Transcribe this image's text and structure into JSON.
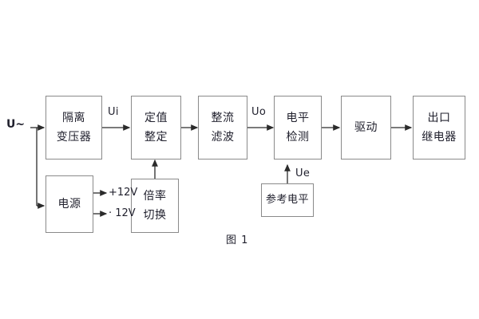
{
  "figure": {
    "caption": "图 1",
    "input_label": "U~"
  },
  "blocks": {
    "isolation_transformer": {
      "line1": "隔离",
      "line2": "变压器"
    },
    "setting_adjust": {
      "line1": "定值",
      "line2": "整定"
    },
    "rectify_filter": {
      "line1": "整流",
      "line2": "滤波"
    },
    "level_detect": {
      "line1": "电平",
      "line2": "检测"
    },
    "drive": {
      "line1": "驱动",
      "line2": ""
    },
    "output_relay": {
      "line1": "出口",
      "line2": "继电器"
    },
    "power_supply": {
      "line1": "电源",
      "line2": ""
    },
    "ratio_switch": {
      "line1": "倍率",
      "line2": "切换"
    },
    "reference_level": {
      "line1": "参考电平",
      "line2": ""
    }
  },
  "signals": {
    "ui": "Ui",
    "uo": "Uo",
    "ue": "Ue",
    "rail_pos": "+12V",
    "rail_neg": "· 12V"
  },
  "colors": {
    "box_border": "#8a8a8a",
    "wire": "#2b2b2b",
    "text": "#21212e",
    "background": "#ffffff"
  }
}
